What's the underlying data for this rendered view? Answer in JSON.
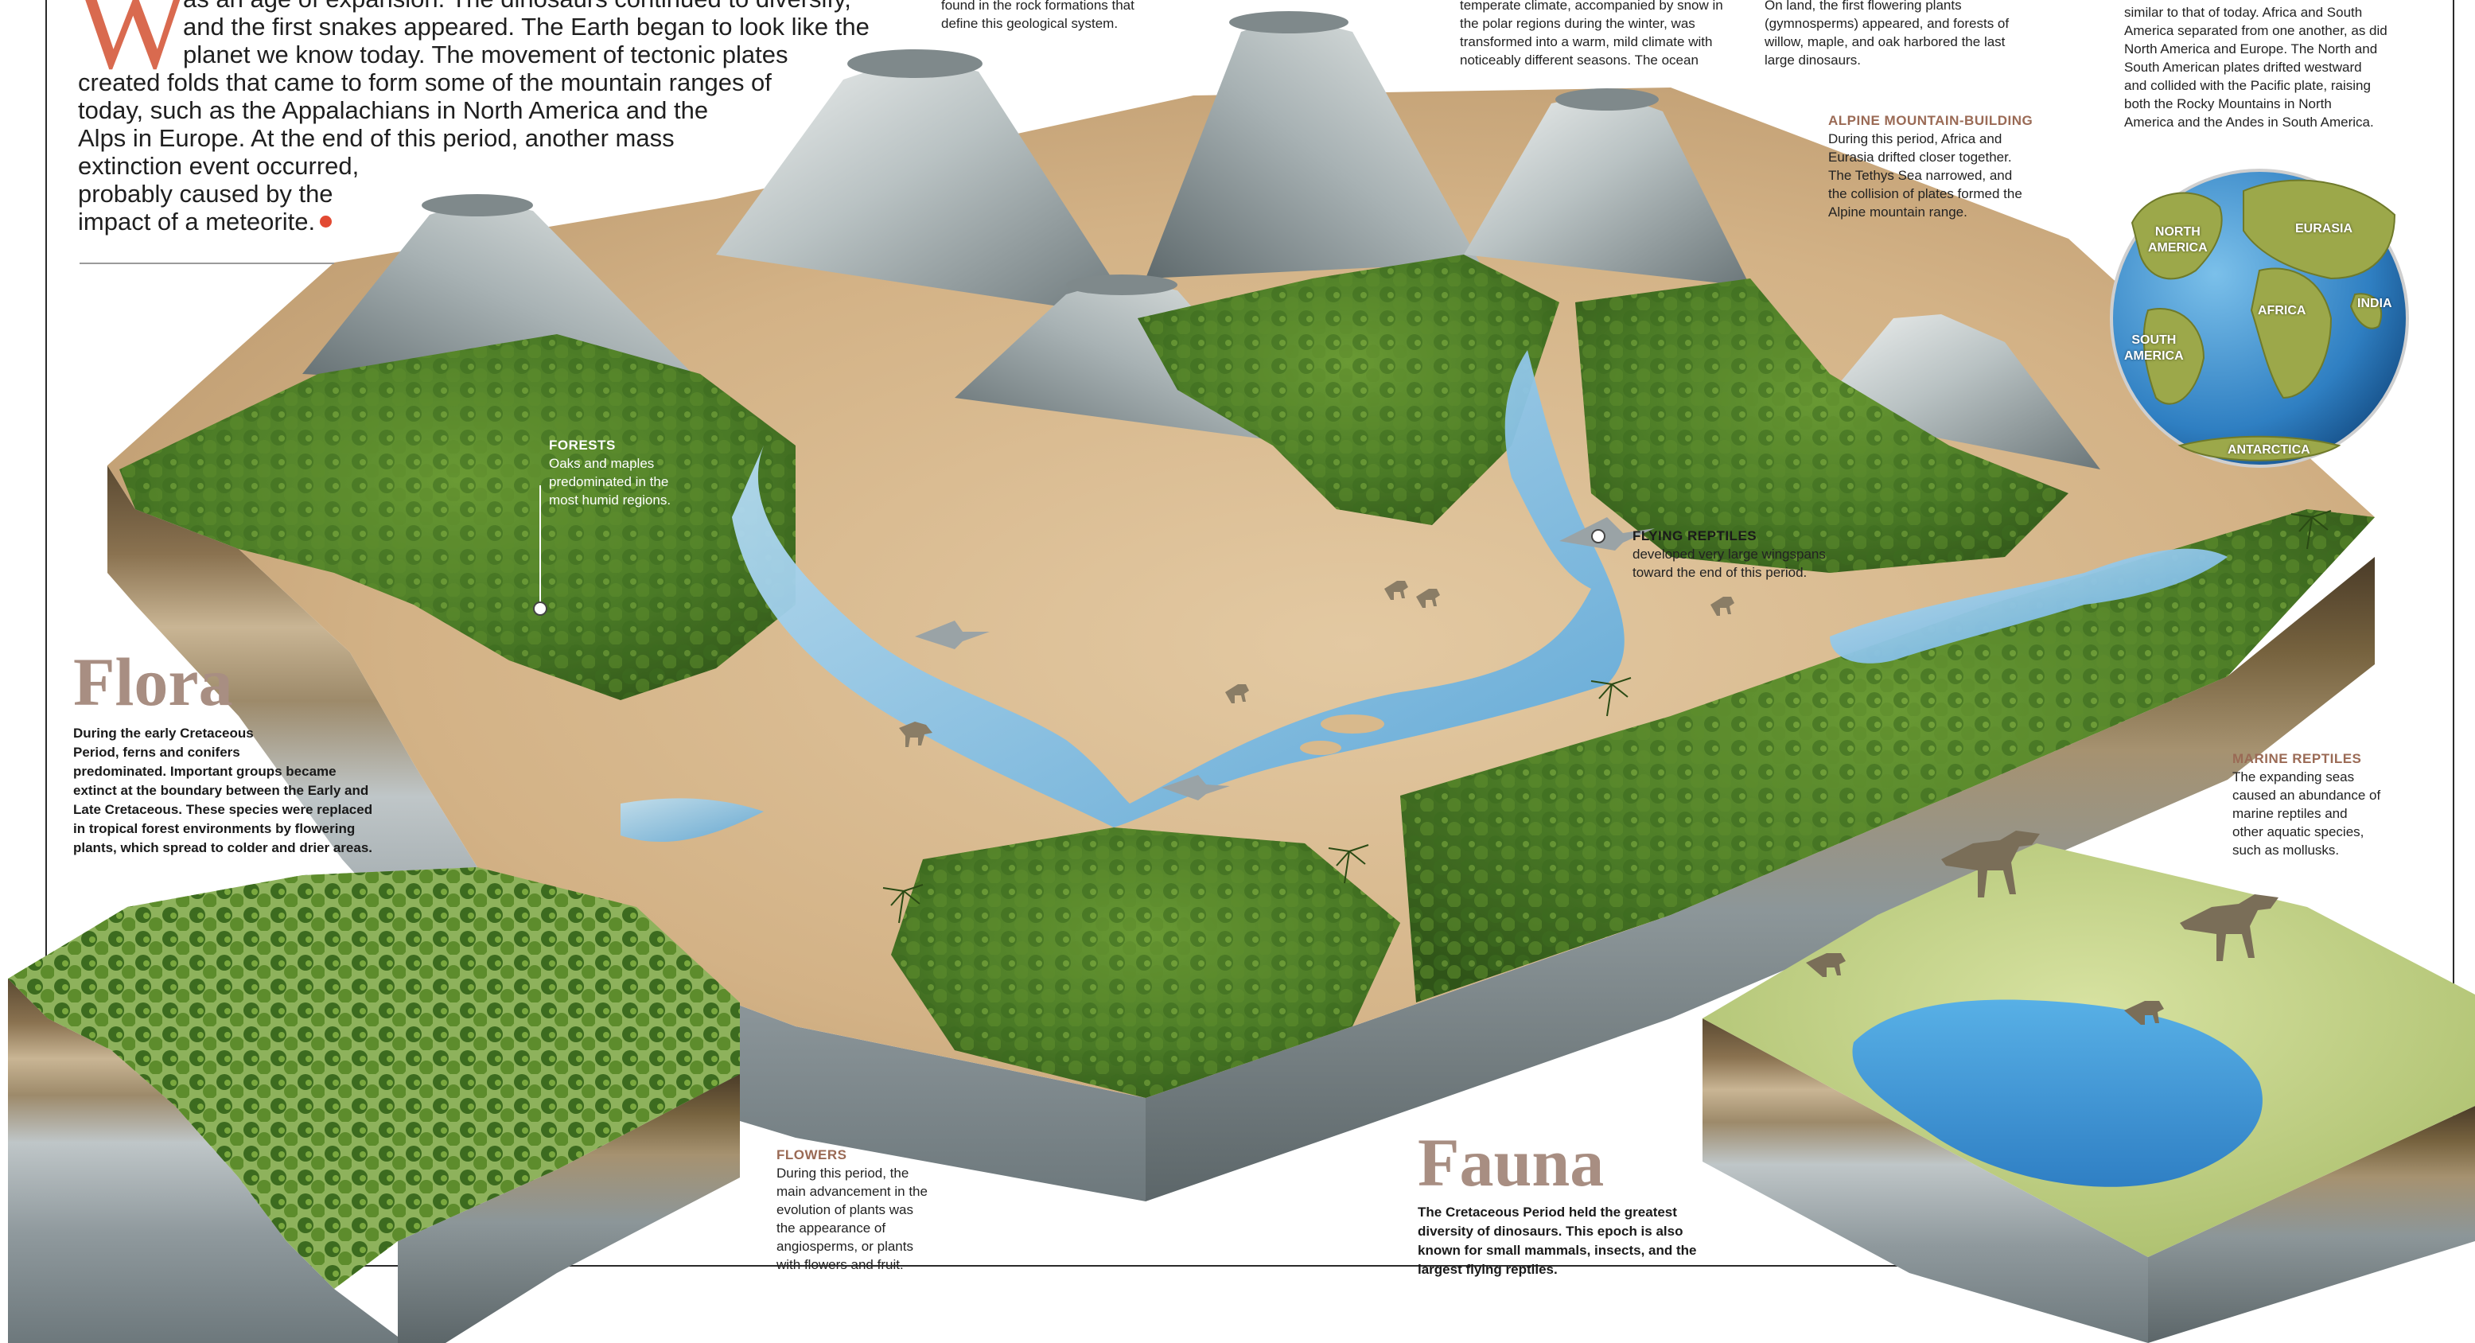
{
  "intro": {
    "dropcap": "W",
    "lines": [
      "as an age of expansion. The dinosaurs continued to diversify,",
      "and the first snakes appeared. The Earth began to look like the",
      "planet we know today. The movement of tectonic plates",
      "created folds that came to form some of the mountain ranges of",
      "today, such as the Appalachians in North America and the",
      "Alps in Europe. At the end of this period, another mass",
      "extinction event occurred,",
      "probably caused by the",
      "impact of a meteorite."
    ]
  },
  "top_texts": {
    "rock_formations": [
      "found in the rock formations that",
      "define this geological system."
    ],
    "climate": [
      "temperate climate, accompanied by snow in",
      "the polar regions during the winter, was",
      "transformed into a warm, mild climate with",
      "noticeably different seasons. The ocean"
    ],
    "flowering": [
      "On land, the first flowering plants",
      "(gymnosperms) appeared, and forests of",
      "willow, maple, and oak harbored the last",
      "large dinosaurs."
    ],
    "continents": [
      "similar to that of today. Africa and South",
      "America separated from one another, as did",
      "North America and Europe. The North and",
      "South American plates drifted westward",
      "and collided with the Pacific plate, raising",
      "both the Rocky Mountains in North",
      "America and the Andes in South America."
    ]
  },
  "alpine": {
    "title": "ALPINE MOUNTAIN-BUILDING",
    "lines": [
      "During this period, Africa and",
      "Eurasia drifted closer together.",
      "The Tethys Sea narrowed, and",
      "the collision of plates formed the",
      "Alpine mountain range."
    ]
  },
  "globe": {
    "labels": {
      "north_america": [
        "NORTH",
        "AMERICA"
      ],
      "eurasia": "EURASIA",
      "africa": "AFRICA",
      "india": "INDIA",
      "south_america": [
        "SOUTH",
        "AMERICA"
      ],
      "antarctica": "ANTARCTICA"
    }
  },
  "forests": {
    "title": "FORESTS",
    "lines": [
      "Oaks and maples",
      "predominated in the",
      "most humid regions."
    ]
  },
  "flying_reptiles": {
    "title": "FLYING REPTILES",
    "lines": [
      "developed very large wingspans",
      "toward the end of this period."
    ]
  },
  "flora": {
    "heading": "Flora",
    "lines": [
      "During the early Cretaceous",
      "Period, ferns and conifers",
      "predominated. Important groups became",
      "extinct at the boundary between the Early and",
      "Late Cretaceous. These species were replaced",
      "in tropical forest environments by flowering",
      "plants, which spread to colder and drier areas."
    ]
  },
  "marine": {
    "title": "MARINE REPTILES",
    "lines": [
      "The expanding seas",
      "caused an abundance of",
      "marine reptiles and",
      "other aquatic species,",
      "such as mollusks."
    ]
  },
  "flowers": {
    "title": "FLOWERS",
    "lines": [
      "During this period, the",
      "main advancement in the",
      "evolution of plants was",
      "the appearance of",
      "angiosperms, or plants",
      "with flowers and fruit."
    ]
  },
  "fauna": {
    "heading": "Fauna",
    "lines": [
      "The Cretaceous Period held the greatest",
      "diversity of dinosaurs. This epoch is also",
      "known for small mammals, insects, and the",
      "largest flying reptiles."
    ]
  },
  "colors": {
    "accent_red": "#e24a33",
    "heading_taupe": "#a88e82",
    "caption_brown": "#9a6a55",
    "forest_green": "#3f6a22",
    "water_blue": "#6fb2dc",
    "soil_tan": "#d6b88e"
  }
}
